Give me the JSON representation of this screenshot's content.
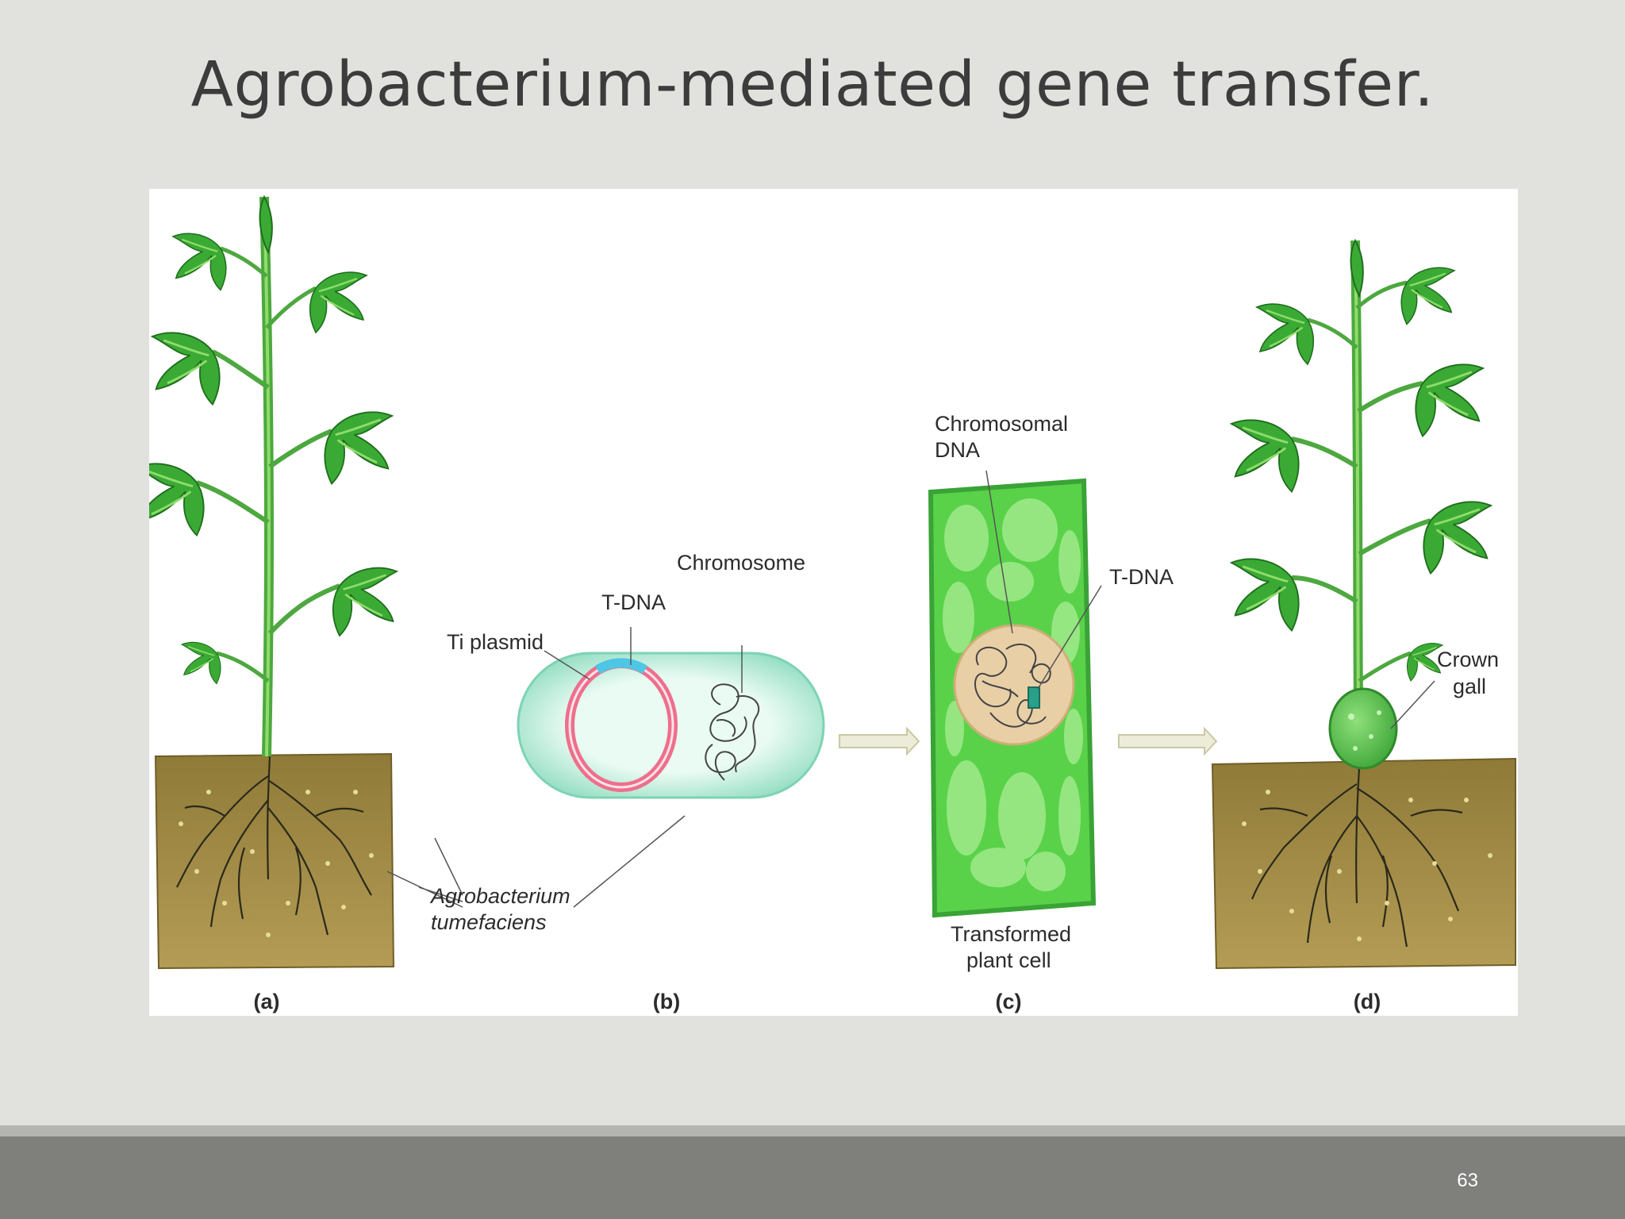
{
  "slide": {
    "title": "Agrobacterium-mediated gene transfer.",
    "page_number": "63"
  },
  "diagram": {
    "panels": {
      "a": {
        "caption": "(a)"
      },
      "b": {
        "caption": "(b)"
      },
      "c": {
        "caption": "(c)"
      },
      "d": {
        "caption": "(d)"
      }
    },
    "labels": {
      "chromosome": "Chromosome",
      "t_dna_bacterium": "T-DNA",
      "ti_plasmid": "Ti plasmid",
      "agrobacterium_line1": "Agrobacterium",
      "agrobacterium_line2": "tumefaciens",
      "chromosomal_dna_line1": "Chromosomal",
      "chromosomal_dna_line2": "DNA",
      "t_dna_cell": "T-DNA",
      "transformed_line1": "Transformed",
      "transformed_line2": "plant cell",
      "crown_gall_line1": "Crown",
      "crown_gall_line2": "gall"
    },
    "colors": {
      "leaf": "#3aaa35",
      "leaf_light": "#8fdc6a",
      "stem": "#6cc25a",
      "soil": "#a8904a",
      "soil_dark": "#8a7333",
      "root": "#2a2a1a",
      "bacterium": "#bfeedd",
      "bacterium_edge": "#7dd3b5",
      "plasmid": "#ee6f8c",
      "t_dna": "#4ec6e6",
      "plant_cell": "#59d24a",
      "nucleus": "#e8cfa6",
      "arrow": "#d6d6b8"
    }
  }
}
